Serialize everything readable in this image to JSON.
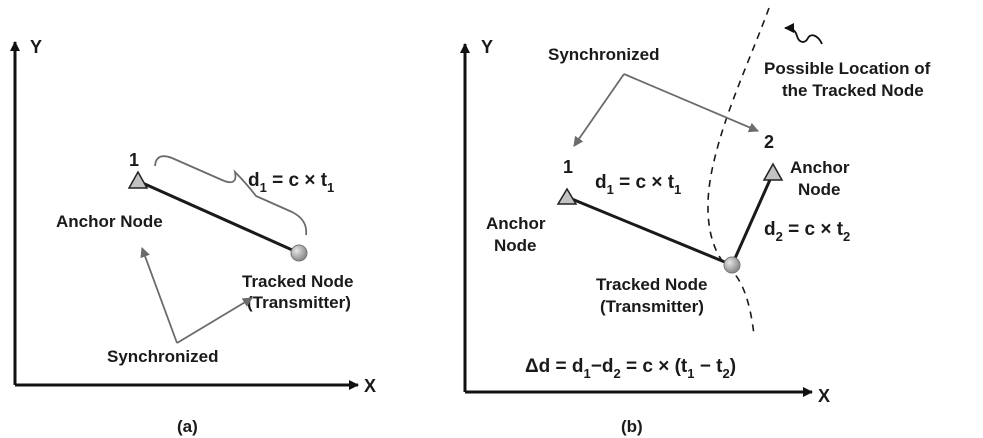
{
  "panel_a": {
    "axis_x": "X",
    "axis_y": "Y",
    "anchor_number": "1",
    "distance_eq": {
      "lhs": "d",
      "lhs_sub": "1",
      "rhs": " = c × t",
      "rhs_sub": "1"
    },
    "anchor_label": "Anchor Node",
    "tracked_label_line1": "Tracked Node",
    "tracked_label_line2": "(Transmitter)",
    "sync_label": "Synchronized",
    "caption": "(a)"
  },
  "panel_b": {
    "axis_x": "X",
    "axis_y": "Y",
    "sync_label": "Synchronized",
    "possible_location_line1": "Possible Location of",
    "possible_location_line2": "the Tracked Node",
    "anchor1_number": "1",
    "anchor1_label_line1": "Anchor",
    "anchor1_label_line2": "Node",
    "anchor2_number": "2",
    "anchor2_label_line1": "Anchor",
    "anchor2_label_line2": "Node",
    "distance1_eq": {
      "lhs": "d",
      "lhs_sub": "1",
      "rhs": " = c × t",
      "rhs_sub": "1"
    },
    "distance2_eq": {
      "lhs": "d",
      "lhs_sub": "2",
      "rhs": " = c × t",
      "rhs_sub": "2"
    },
    "tracked_label_line1": "Tracked Node",
    "tracked_label_line2": "(Transmitter)",
    "delta_eq": {
      "p1": "Δd = d",
      "s1": "1",
      "p2": "−d",
      "s2": "2",
      "p3": " = c × (t",
      "s3": "1",
      "p4": " − t",
      "s4": "2",
      "p5": ")"
    },
    "caption": "(b)"
  },
  "colors": {
    "axis": "#111111",
    "line": "#1a1a1a",
    "arrow": "#6b6b6b",
    "anchor_fill": "#c2c2c2",
    "node_fill": "#a6a6a6"
  }
}
